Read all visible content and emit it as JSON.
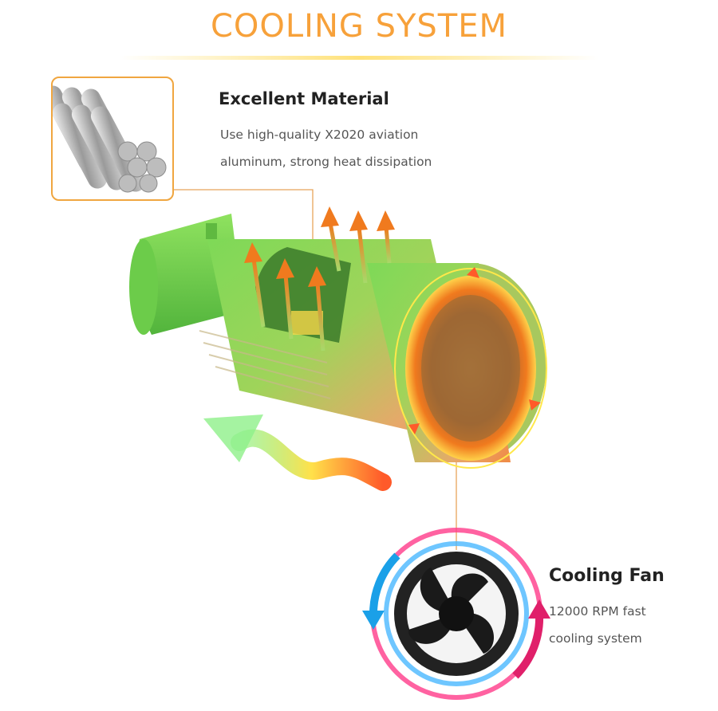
{
  "title": "COOLING SYSTEM",
  "colors": {
    "accent": "#f7a13a",
    "thumb_border": "#f0a640",
    "connector": "#e8a55a",
    "heading": "#222222",
    "desc": "#555555",
    "bulb_green": "#6fcf4a",
    "heat_orange": "#f07a1e",
    "ring_magenta": "#e0206a",
    "ring_blue": "#1aa0e8"
  },
  "material": {
    "heading": "Excellent Material",
    "desc_line1": "Use high-quality X2020 aviation",
    "desc_line2": "aluminum, strong heat dissipation"
  },
  "fan": {
    "heading": "Cooling Fan",
    "desc_line1": "12000 RPM fast",
    "desc_line2": "cooling system"
  },
  "icons": {
    "material": "aluminum-rods-icon",
    "fan": "cooling-fan-icon",
    "airflow": "airflow-arrow-icon",
    "heat": "heat-arrow-icon"
  }
}
